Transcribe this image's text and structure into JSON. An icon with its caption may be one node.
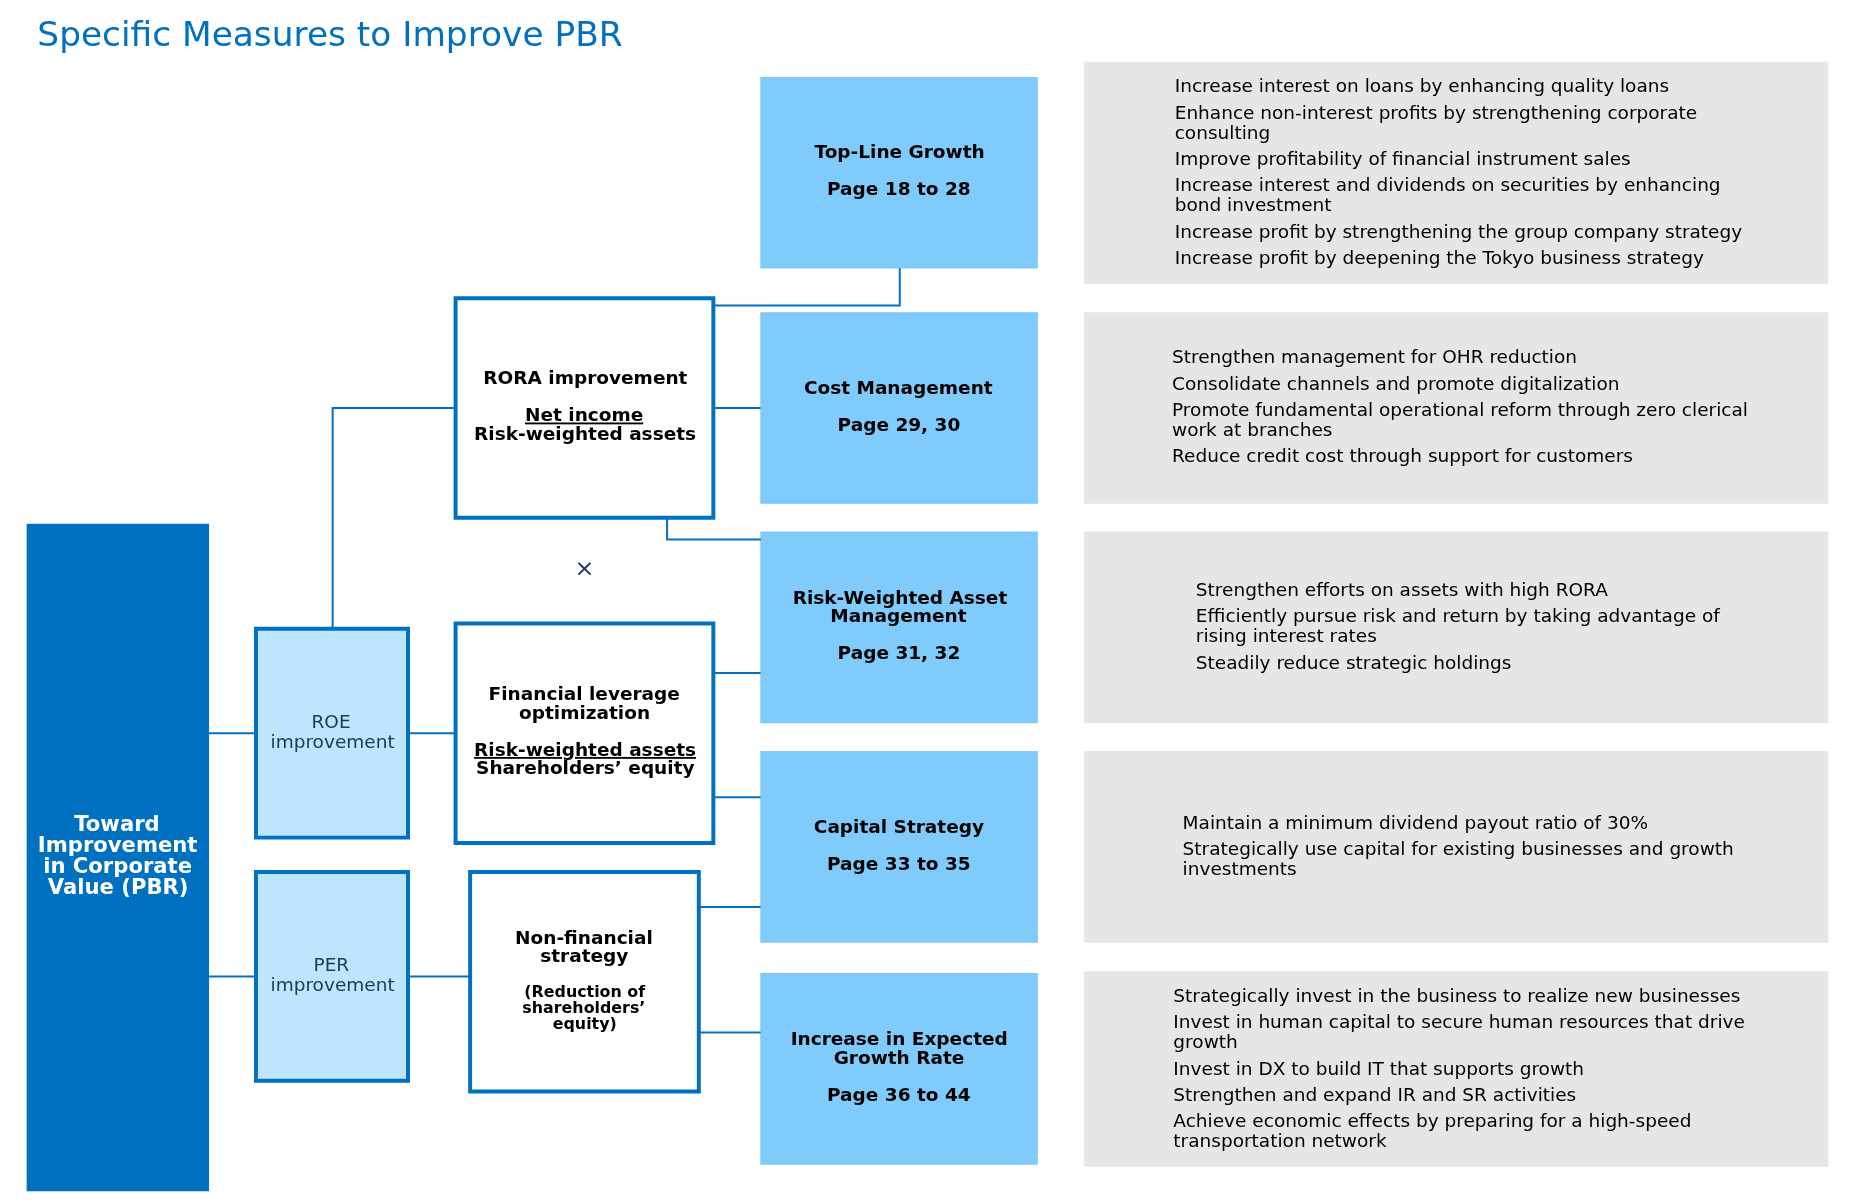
{
  "diagram": {
    "title": "Specific Measures to Improve PBR",
    "nodes": [
      {
        "text": [
          "Toward Improvement in Corporate Value (PBR)"
        ]
      },
      {
        "text": [
          "ROE improvement"
        ]
      },
      {
        "text": [
          "PER improvement"
        ]
      },
      {
        "text": [
          "RORA improvement",
          "Net income",
          "Risk-weighted assets"
        ]
      },
      {
        "text": [
          "Financial leverage optimization",
          "Risk-weighted assets",
          "Shareholders’ equity"
        ]
      },
      {
        "text": [
          "Non-financial strategy",
          "(Reduction of shareholders’ equity)"
        ]
      },
      {
        "text": [
          "Top-Line Growth",
          "Page 18 to 28"
        ]
      },
      {
        "text": [
          "Increase interest on loans by enhancing quality loans",
          "Enhance non-interest profits by strengthening corporate consulting",
          "Improve profitability of financial instrument sales",
          "Increase interest and dividends on securities by enhancing bond investment",
          "Increase profit by strengthening the group company strategy",
          "Increase profit by deepening the Tokyo business strategy"
        ]
      },
      {
        "text": [
          "Cost Management",
          "Page 29, 30"
        ]
      },
      {
        "text": [
          "Strengthen management for OHR reduction",
          "Consolidate channels and promote digitalization",
          "Promote fundamental operational reform through zero clerical work at branches",
          "Reduce credit cost through support for customers"
        ]
      },
      {
        "text": [
          "Risk-Weighted Asset Management",
          "Page 31, 32"
        ]
      },
      {
        "text": [
          "Strengthen efforts on assets with high RORA",
          "Efficiently pursue risk and return by taking advantage of rising interest rates",
          "Steadily reduce strategic holdings"
        ]
      },
      {
        "text": [
          "Capital Strategy",
          "Page 33 to 35"
        ]
      },
      {
        "text": [
          "Maintain a minimum dividend payout ratio of 30%",
          "Strategically use capital for existing businesses and growth investments"
        ]
      },
      {
        "text": [
          "Increase in Expected Growth Rate",
          "Page 36 to 44"
        ]
      },
      {
        "text": [
          "Strategically invest in the business to realize new businesses",
          "Invest in human capital to secure human resources that drive growth",
          "Invest in DX to build IT that supports growth",
          "Strengthen and expand IR and SR activities",
          "Achieve economic effects by preparing for a high-speed transportation network"
        ]
      }
    ],
    "edges": [
      {
        "from": 0,
        "to": 1,
        "arrow": "none"
      },
      {
        "from": 0,
        "to": 2,
        "arrow": "none"
      },
      {
        "from": 1,
        "to": 3,
        "arrow": "none"
      },
      {
        "from": 1,
        "to": 4,
        "arrow": "none"
      },
      {
        "from": 2,
        "to": 5,
        "arrow": "none"
      },
      {
        "from": 3,
        "to": 6,
        "arrow": "none"
      },
      {
        "from": 3,
        "to": 8,
        "arrow": "none"
      },
      {
        "from": 3,
        "to": 10,
        "arrow": "none"
      },
      {
        "from": 4,
        "to": 10,
        "arrow": "none"
      },
      {
        "from": 4,
        "to": 12,
        "arrow": "none"
      },
      {
        "from": 5,
        "to": 12,
        "arrow": "none"
      },
      {
        "from": 5,
        "to": 14,
        "arrow": "none"
      }
    ],
    "labels": [
      "×"
    ]
  }
}
